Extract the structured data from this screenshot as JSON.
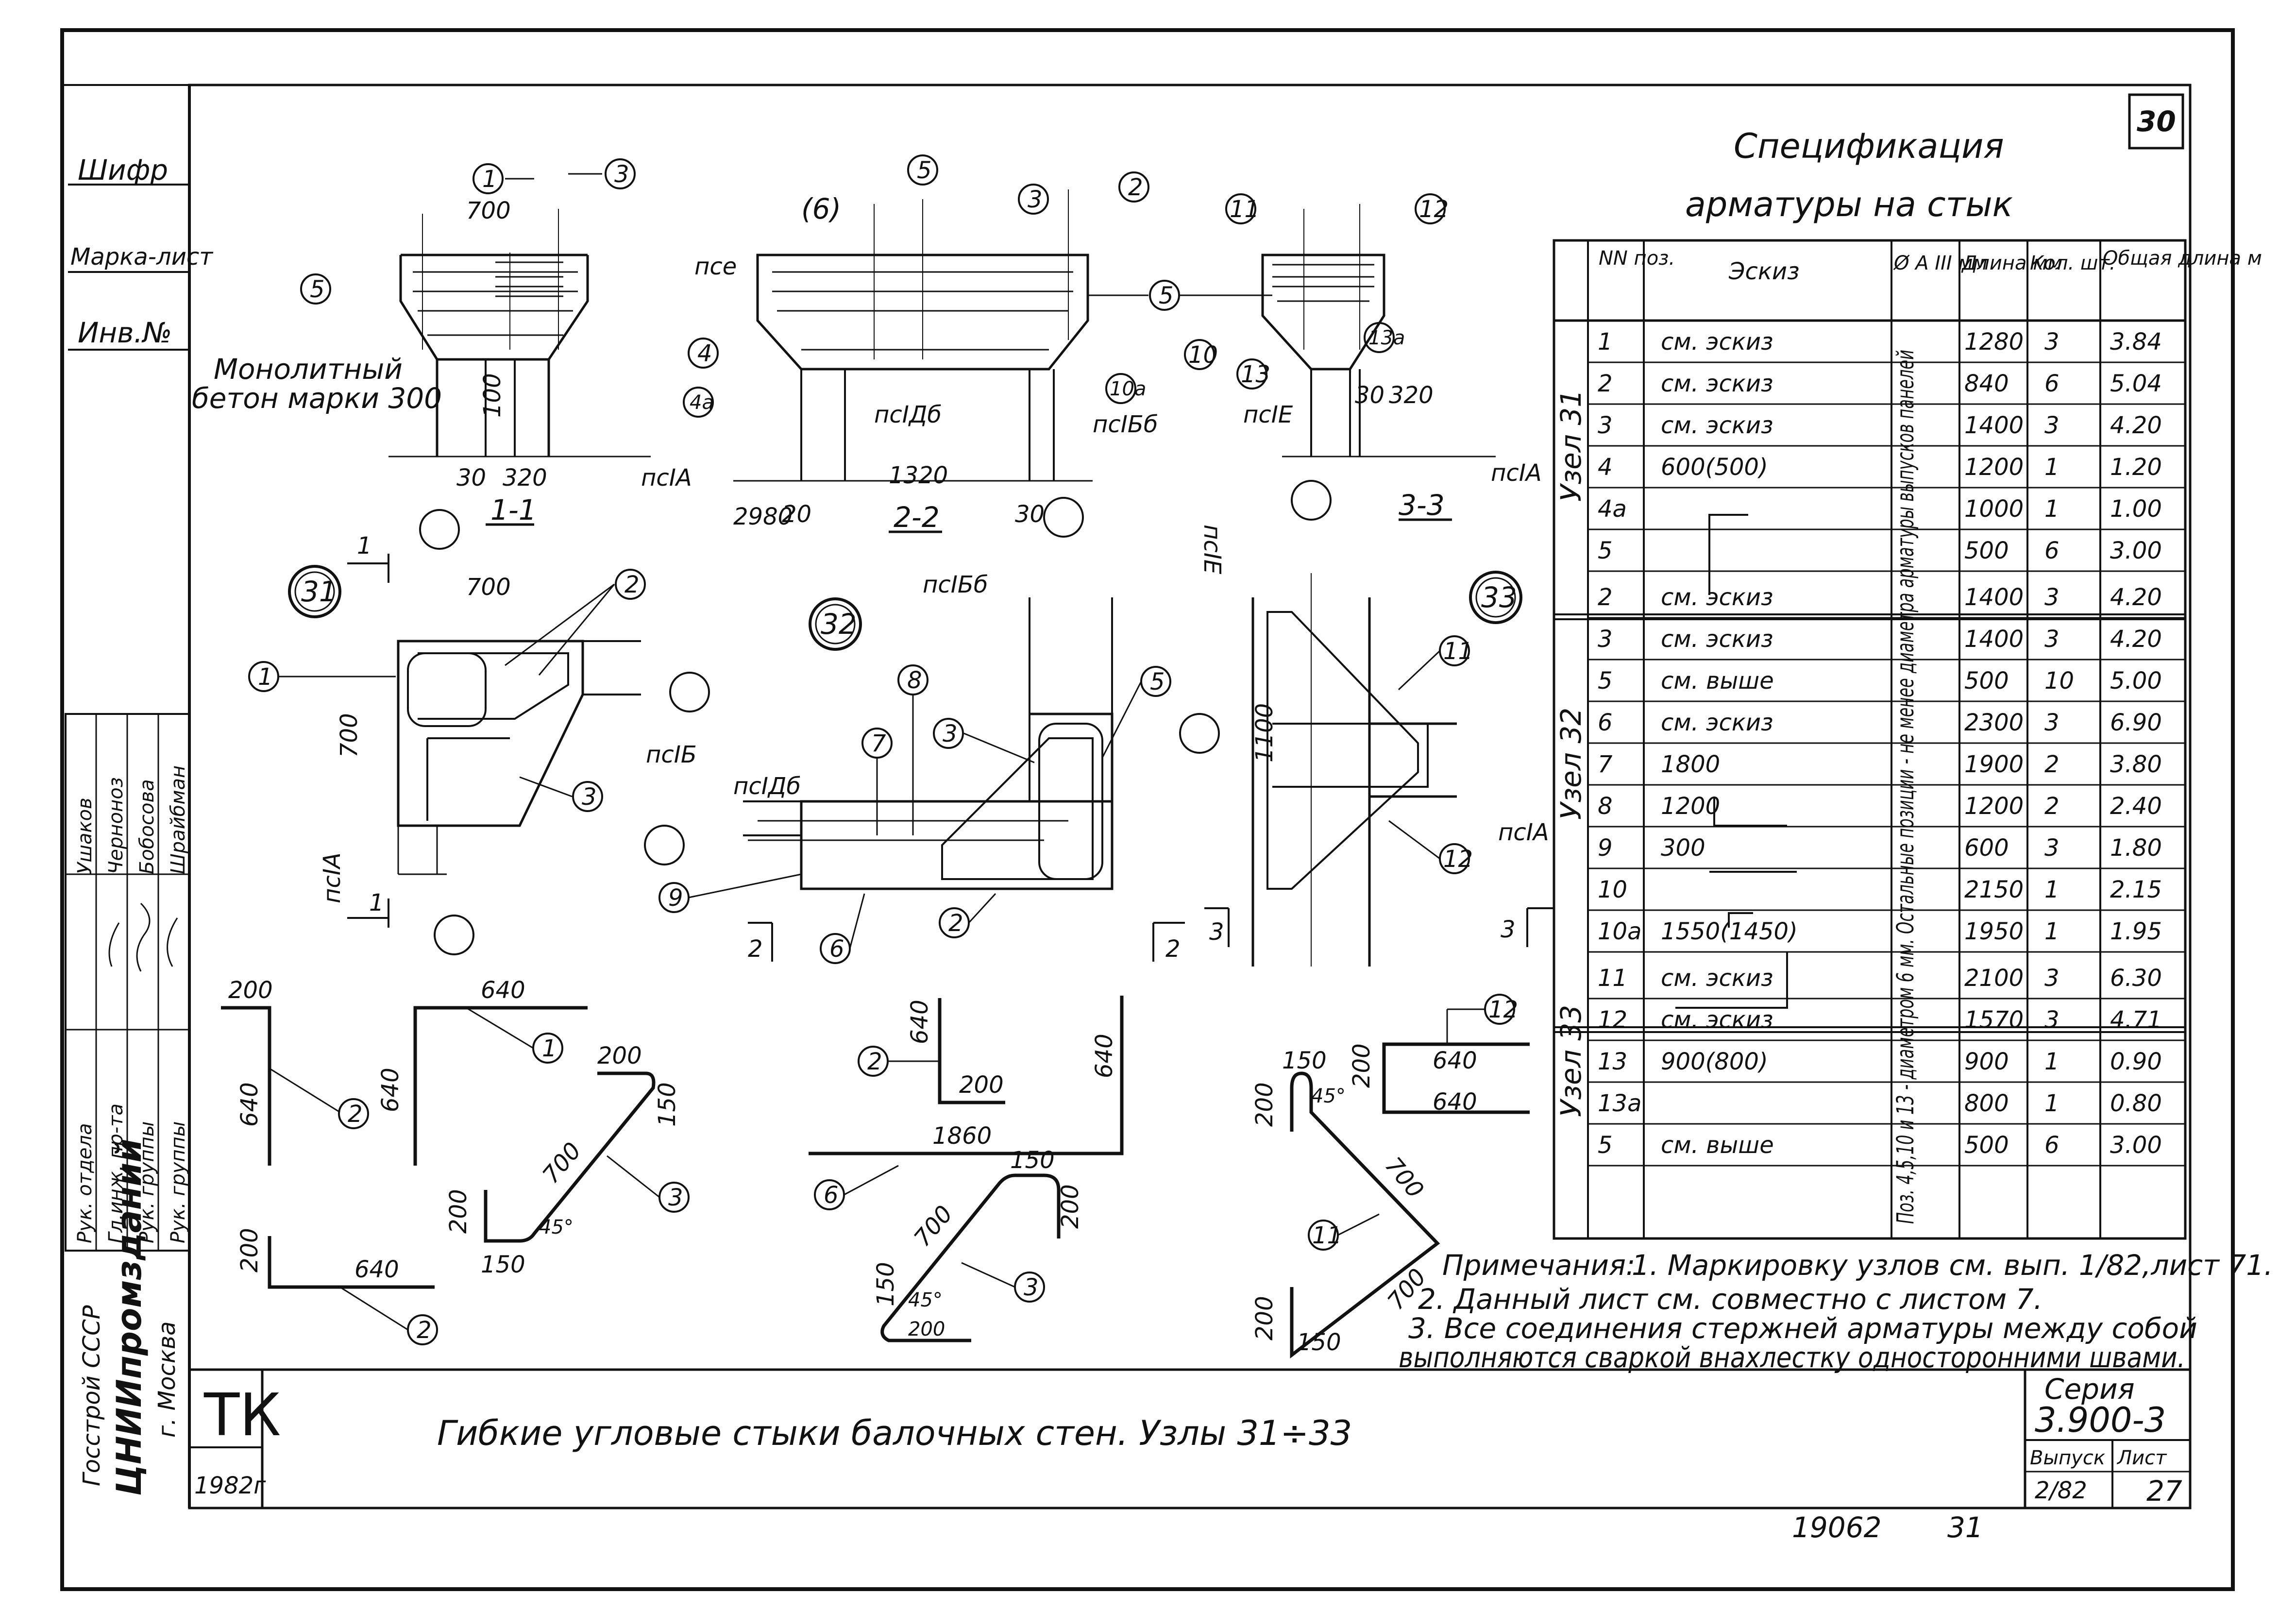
{
  "sheet": {
    "sheet_number": "30",
    "left_stamp": [
      "Шифр",
      "Марка-лист",
      "Инв.№"
    ],
    "main_title": "Гибкие угловые стыки балочных стен. Узлы 31÷33",
    "tk": "ТК",
    "year": "1982г",
    "series_label": "Серия",
    "series_value": "3.900-3",
    "issue_label": "Выпуск",
    "issue_value": "2/82",
    "list_label": "Лист",
    "list_value": "27",
    "bottom_number_1": "19062",
    "bottom_number_2": "31",
    "org": [
      "Госстрой СССР",
      "ЦНИИпромзданий",
      "г. Москва"
    ],
    "signatures": [
      {
        "role": "Рук. отдела",
        "name": "Ушаков"
      },
      {
        "role": "Гл.инж. пр-та",
        "name": "Черноноз"
      },
      {
        "role": "Рук. группы",
        "name": "Бобосова"
      },
      {
        "role": "Рук. группы",
        "name": "Шрайбман"
      }
    ]
  },
  "notes": {
    "concrete_note_1": "Монолитный",
    "concrete_note_2": "бетон марки 300",
    "section_1": "1-1",
    "section_2": "2-2",
    "section_3": "3-3",
    "notes_title": "Примечания:",
    "note1": "1. Маркировку узлов см. вып. 1/82,лист 71.",
    "note2": "2. Данный лист см. совместно с листом 7.",
    "note3": "3. Все соединения стержней арматуры между собой",
    "note3b": "выполняются сваркой внахлестку односторонними швами."
  },
  "nodes": {
    "n31": "31",
    "n32": "32",
    "n33": "33"
  },
  "spec": {
    "title_1": "Спецификация",
    "title_2": "арматуры на стык",
    "headers": [
      "NN поз.",
      "Эскиз",
      "Ø A III мм",
      "Длина мм",
      "Кол. шт.",
      "Общая длина м"
    ],
    "vertical_note": "Поз. 4,5,10 и 13 - диаметром 6 мм. Остальные позиции - не менее диаметра арматуры выпусков панелей",
    "groups": [
      {
        "label": "Узел 31",
        "rows": [
          {
            "pos": "1",
            "sketch": "см. эскиз",
            "len": "1280",
            "qty": "3",
            "total": "3.84"
          },
          {
            "pos": "2",
            "sketch": "см. эскиз",
            "len": "840",
            "qty": "6",
            "total": "5.04"
          },
          {
            "pos": "3",
            "sketch": "см. эскиз",
            "len": "1400",
            "qty": "3",
            "total": "4.20"
          },
          {
            "pos": "4",
            "sketch": "600(500)",
            "len": "1200",
            "qty": "1",
            "total": "1.20"
          },
          {
            "pos": "4а",
            "sketch": "",
            "len": "1000",
            "qty": "1",
            "total": "1.00"
          },
          {
            "pos": "5",
            "sketch": "",
            "len": "500",
            "qty": "6",
            "total": "3.00"
          }
        ]
      },
      {
        "label": "Узел 32",
        "rows": [
          {
            "pos": "2",
            "sketch": "см. эскиз",
            "len": "1400",
            "qty": "3",
            "total": "4.20"
          },
          {
            "pos": "3",
            "sketch": "см. эскиз",
            "len": "1400",
            "qty": "3",
            "total": "4.20"
          },
          {
            "pos": "5",
            "sketch": "см. выше",
            "len": "500",
            "qty": "10",
            "total": "5.00"
          },
          {
            "pos": "6",
            "sketch": "см. эскиз",
            "len": "2300",
            "qty": "3",
            "total": "6.90"
          },
          {
            "pos": "7",
            "sketch": "1800",
            "len": "1900",
            "qty": "2",
            "total": "3.80"
          },
          {
            "pos": "8",
            "sketch": "1200",
            "len": "1200",
            "qty": "2",
            "total": "2.40"
          },
          {
            "pos": "9",
            "sketch": "300",
            "len": "600",
            "qty": "3",
            "total": "1.80"
          },
          {
            "pos": "10",
            "sketch": "",
            "len": "2150",
            "qty": "1",
            "total": "2.15"
          },
          {
            "pos": "10а",
            "sketch": "1550(1450)",
            "len": "1950",
            "qty": "1",
            "total": "1.95"
          }
        ]
      },
      {
        "label": "Узел 33",
        "rows": [
          {
            "pos": "11",
            "sketch": "см. эскиз",
            "len": "2100",
            "qty": "3",
            "total": "6.30"
          },
          {
            "pos": "12",
            "sketch": "см. эскиз",
            "len": "1570",
            "qty": "3",
            "total": "4.71"
          },
          {
            "pos": "13",
            "sketch": "900(800)",
            "len": "900",
            "qty": "1",
            "total": "0.90"
          },
          {
            "pos": "13а",
            "sketch": "",
            "len": "800",
            "qty": "1",
            "total": "0.80"
          },
          {
            "pos": "5",
            "sketch": "см. выше",
            "len": "500",
            "qty": "6",
            "total": "3.00"
          }
        ]
      }
    ]
  }
}
